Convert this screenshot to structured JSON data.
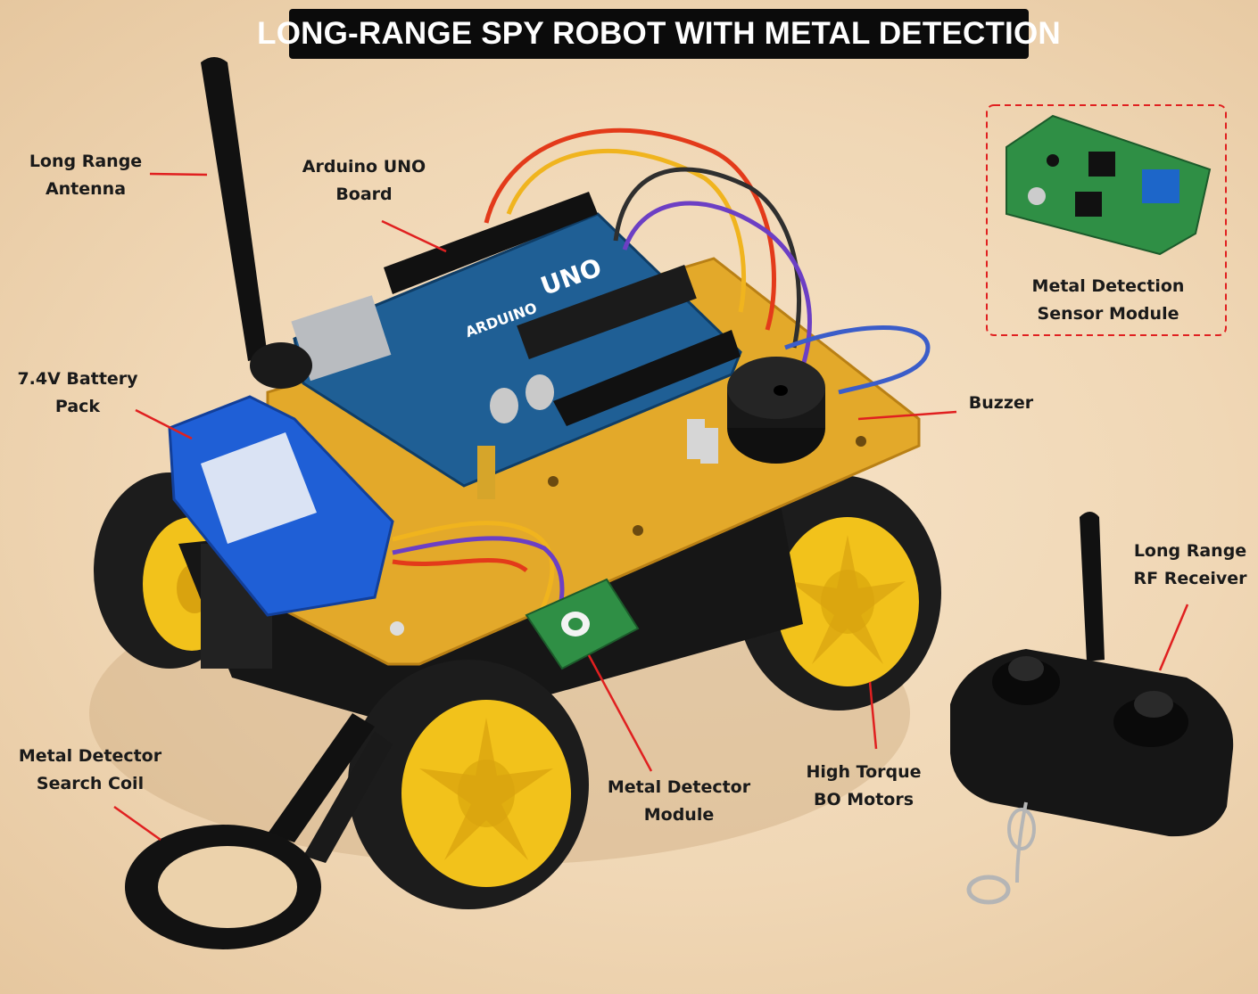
{
  "title": "LONG-RANGE SPY ROBOT WITH METAL DETECTION",
  "labels": {
    "antenna": [
      "Long Range",
      "Antenna"
    ],
    "arduino": [
      "Arduino UNO",
      "Board"
    ],
    "sensor_inset": [
      "Metal Detection",
      "Sensor Module"
    ],
    "battery": [
      "7.4V Battery",
      "Pack"
    ],
    "buzzer": [
      "Buzzer"
    ],
    "receiver": [
      "Long Range",
      "RF Receiver"
    ],
    "search_coil": [
      "Metal Detector",
      "Search Coil"
    ],
    "detector_module": [
      "Metal Detector",
      "Module"
    ],
    "motors": [
      "High Torque",
      "BO Motors"
    ]
  },
  "board_markings": {
    "brand": "ARDUINO",
    "model": "UNO"
  },
  "colors": {
    "title_bg": "#0b0b0b",
    "title_text": "#ffffff",
    "label_text": "#1a1a1a",
    "pointer": "#e02020",
    "chassis": "#e3a92a",
    "wheel_hub": "#f2c21b",
    "tire": "#1c1c1c",
    "pcb_blue": "#1f5f95",
    "pcb_green": "#2f8f45",
    "battery_blue": "#1f5fd6",
    "background": "#f0d7b5"
  }
}
